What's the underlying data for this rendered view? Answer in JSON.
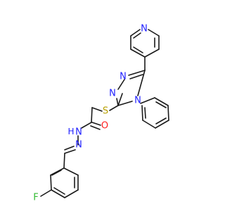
{
  "molecule": {
    "atoms": {
      "N_pyridine": {
        "symbol": "N",
        "color": "#2020ff"
      },
      "N_triazole_1": {
        "symbol": "N",
        "color": "#2020ff"
      },
      "N_triazole_2": {
        "symbol": "N",
        "color": "#2020ff"
      },
      "N_triazole_4": {
        "symbol": "N",
        "color": "#2020ff"
      },
      "S": {
        "symbol": "S",
        "color": "#b8a000"
      },
      "O": {
        "symbol": "O",
        "color": "#ff2020"
      },
      "N_H": {
        "symbol": "N",
        "color": "#2020ff"
      },
      "H": {
        "symbol": "H",
        "color": "#2020ff"
      },
      "N_imine": {
        "symbol": "N",
        "color": "#2020ff"
      },
      "F": {
        "symbol": "F",
        "color": "#33bb33"
      }
    }
  }
}
